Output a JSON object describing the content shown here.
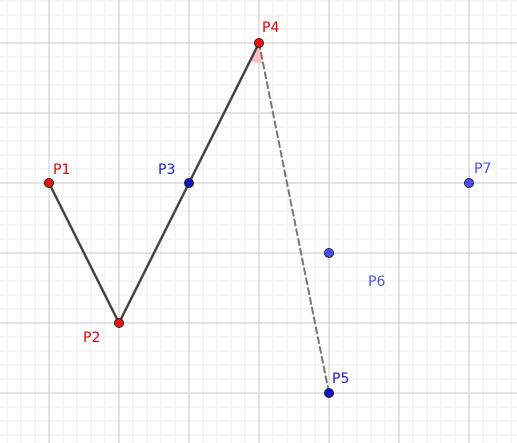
{
  "colors": {
    "minor_grid": "#eeeeee",
    "major_grid": "#c8c8c8",
    "segment": "#444444",
    "dashed_segment": "#777777",
    "red_point": "#ee1111",
    "blue_point": "#1111cc",
    "light_blue_point": "#4d4dff",
    "red_label": "#e00000",
    "blue_label": "#1a1acc",
    "light_blue_label": "#5252ee",
    "angle_marker": "#ffb3c1"
  },
  "points": [
    {
      "id": "p1",
      "label": "P1",
      "x": 0,
      "y": 0,
      "style": "red"
    },
    {
      "id": "p2",
      "label": "P2",
      "x": 1,
      "y": -2,
      "style": "red"
    },
    {
      "id": "p3",
      "label": "P3",
      "x": 2,
      "y": 0,
      "style": "blue"
    },
    {
      "id": "p4",
      "label": "P4",
      "x": 3,
      "y": 2,
      "style": "red"
    },
    {
      "id": "p5",
      "label": "P5",
      "x": 4,
      "y": -3,
      "style": "blue"
    },
    {
      "id": "p6",
      "label": "P6",
      "x": 4,
      "y": -1,
      "style": "lightblue"
    },
    {
      "id": "p7",
      "label": "P7",
      "x": 6,
      "y": 0,
      "style": "lightblue"
    }
  ],
  "segments": [
    {
      "id": "p1-p2",
      "from": "p1",
      "to": "p2",
      "dashed": false
    },
    {
      "id": "p2-p3",
      "from": "p2",
      "to": "p3",
      "dashed": false
    },
    {
      "id": "p3-p4",
      "from": "p3",
      "to": "p4",
      "dashed": false
    },
    {
      "id": "p4-p5",
      "from": "p4",
      "to": "p5",
      "dashed": true
    }
  ],
  "angle_marker": {
    "at": "p4",
    "between": [
      "p3",
      "p5"
    ]
  }
}
